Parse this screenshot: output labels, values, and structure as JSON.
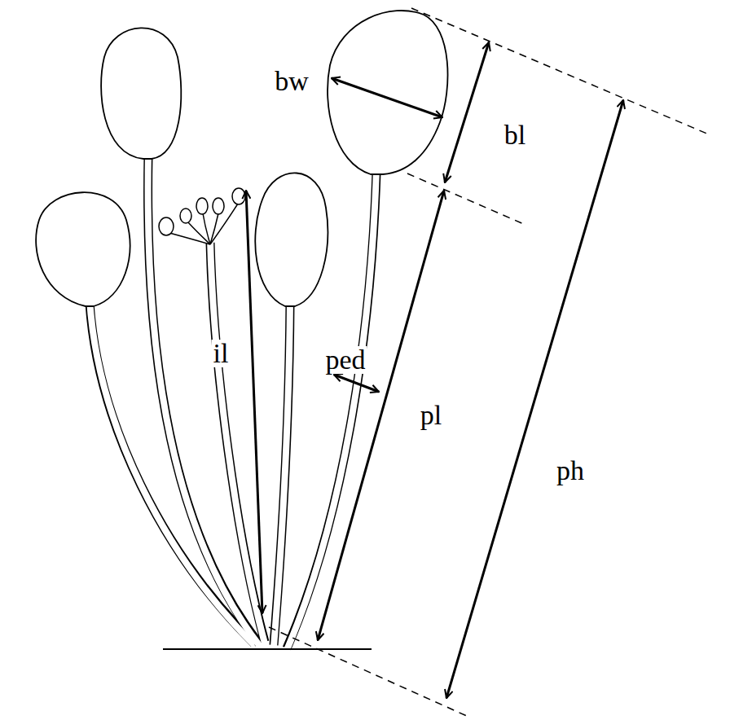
{
  "diagram": {
    "labels": [
      "bw",
      "bl",
      "il",
      "ped",
      "pl",
      "ph"
    ]
  }
}
